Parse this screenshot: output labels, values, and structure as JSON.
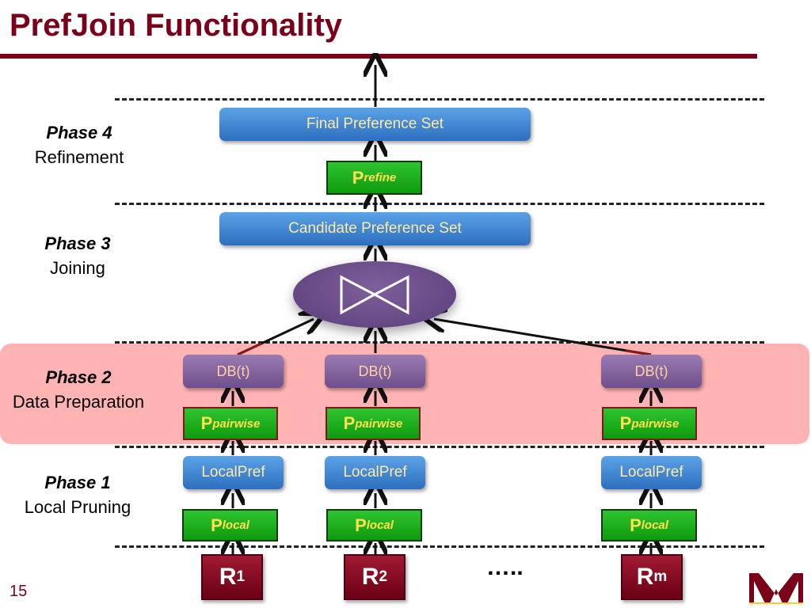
{
  "slide": {
    "title": "PrefJoin Functionality",
    "page_number": "15"
  },
  "phases": [
    {
      "name": "Phase 4",
      "desc": "Refinement"
    },
    {
      "name": "Phase 3",
      "desc": "Joining"
    },
    {
      "name": "Phase 2",
      "desc": "Data Preparation"
    },
    {
      "name": "Phase 1",
      "desc": "Local Pruning"
    }
  ],
  "boxes": {
    "final_set": "Final Preference Set",
    "candidate_set": "Candidate Preference Set",
    "p_refine": {
      "base": "P",
      "sub": "refine"
    },
    "db_label": "DB(t)",
    "p_pairwise": {
      "base": "P",
      "sub": "pairwise"
    },
    "localpref": "LocalPref",
    "p_local": {
      "base": "P",
      "sub": "local"
    }
  },
  "relations": [
    {
      "base": "R",
      "sub": "1"
    },
    {
      "base": "R",
      "sub": "2"
    },
    {
      "base": "R",
      "sub": "m"
    }
  ],
  "ellipsis": "…..",
  "icons": {
    "join": "bowtie-join-icon",
    "logo": "university-m-logo"
  },
  "colors": {
    "maroon": "#7a0019",
    "blue_box": "#3a80d2",
    "purple_box": "#7a5a98",
    "green_box": "#1fae1f",
    "phase2_band": "#ffb3b3",
    "label_text_yellow": "#ffe14d"
  }
}
